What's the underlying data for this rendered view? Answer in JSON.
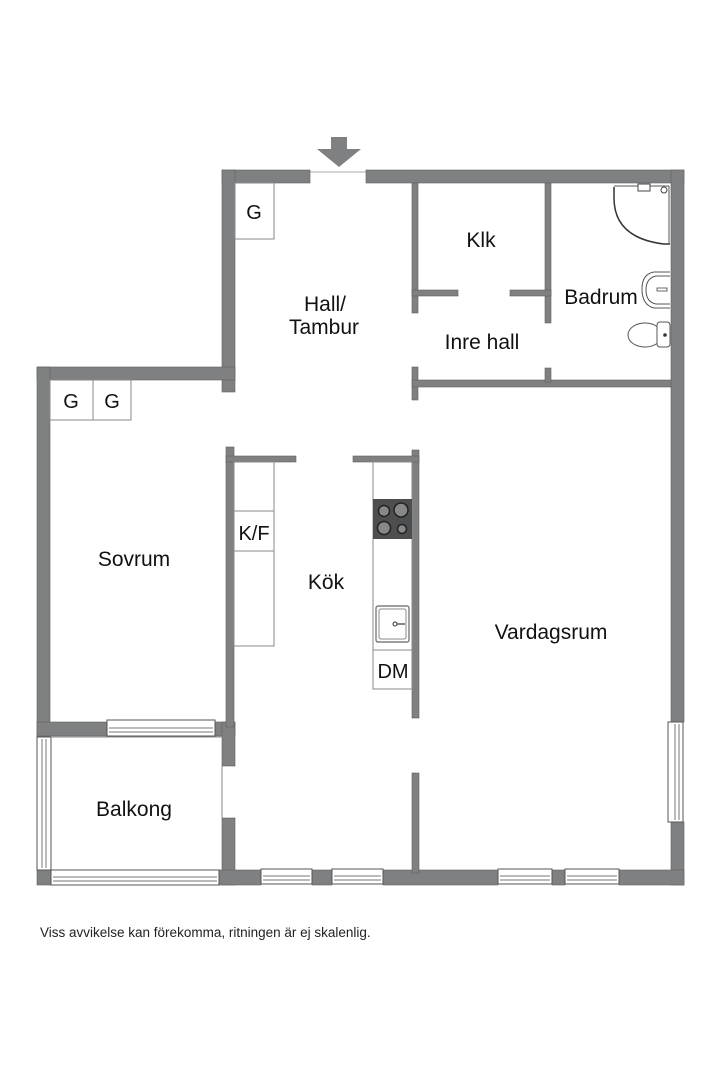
{
  "floorplan": {
    "entrance_marker": "arrow-down-icon",
    "rooms": {
      "hall": {
        "line1": "Hall/",
        "line2": "Tambur"
      },
      "klk": "Klk",
      "badrum": "Badrum",
      "inre_hall": "Inre hall",
      "sovrum": "Sovrum",
      "kok": "Kök",
      "vardagsrum": "Vardagsrum",
      "balkong": "Balkong"
    },
    "fixtures": {
      "hall_wardrobe": "G",
      "sovrum_wardrobe_1": "G",
      "sovrum_wardrobe_2": "G",
      "fridge_freezer": "K/F",
      "dishwasher": "DM"
    },
    "colors": {
      "wall": "#7f8081",
      "stove": "#4d4e4f",
      "background": "#ffffff"
    }
  },
  "footer": {
    "disclaimer": "Viss avvikelse kan förekomma, ritningen är ej skalenlig."
  }
}
